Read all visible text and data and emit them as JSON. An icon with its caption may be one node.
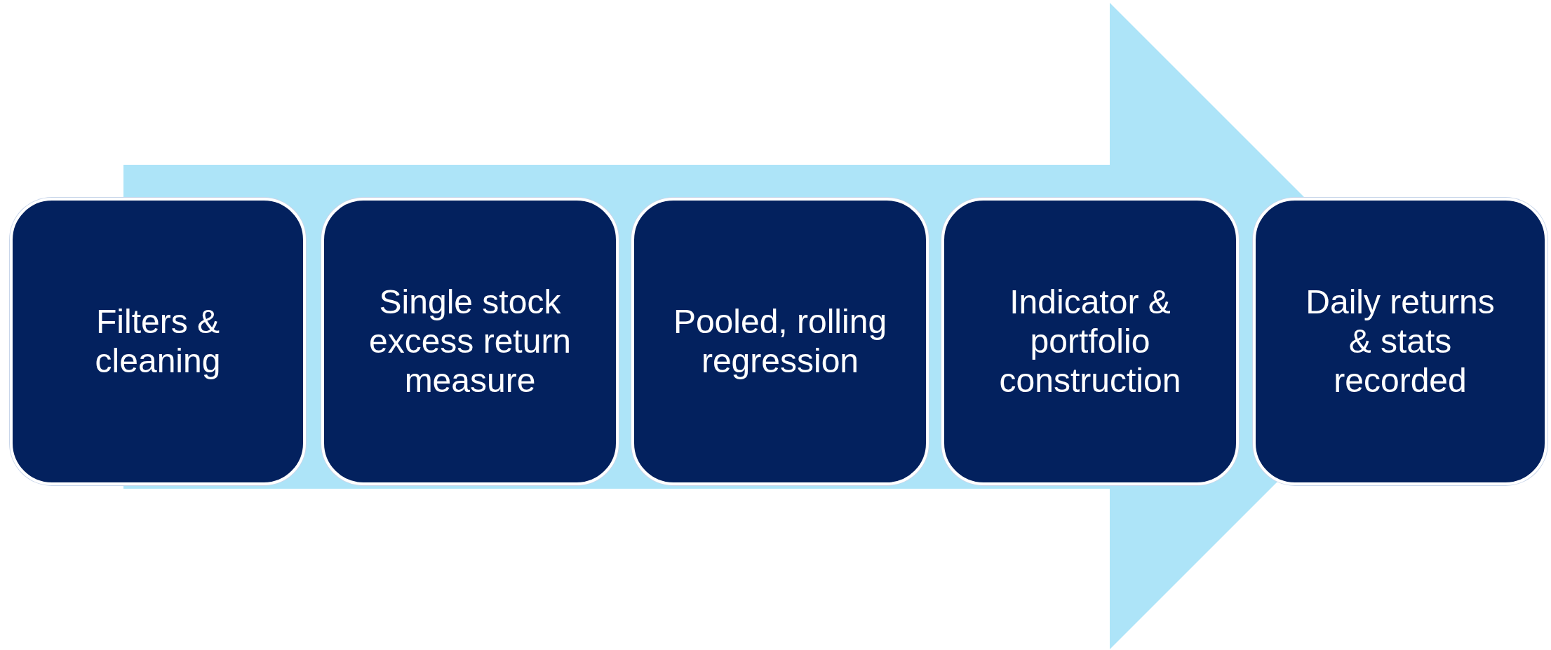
{
  "diagram": {
    "nodes": [
      {
        "text": [
          "Filters & cleaning"
        ]
      },
      {
        "text": [
          "Single stock excess return measure"
        ]
      },
      {
        "text": [
          "Pooled, rolling regression"
        ]
      },
      {
        "text": [
          "Indicator & portfolio construction"
        ]
      },
      {
        "text": [
          "Daily returns & stats recorded"
        ]
      }
    ],
    "edges": [
      {
        "from": 0,
        "to": 4,
        "arrow": "to"
      }
    ]
  }
}
